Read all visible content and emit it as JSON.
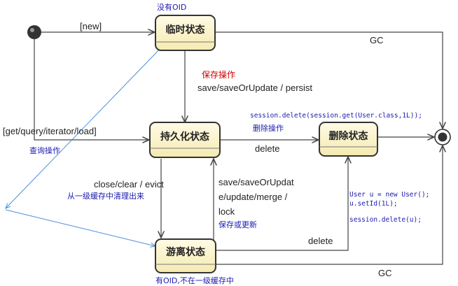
{
  "states": {
    "transient": "临时状态",
    "persistent": "持久化状态",
    "removed": "删除状态",
    "detached": "游离状态"
  },
  "notes": {
    "no_oid": "没有OID",
    "has_oid": "有OID,不在一级缓存中"
  },
  "transitions": {
    "new": "[new]",
    "gc_top": "GC",
    "gc_bottom": "GC",
    "save_op_cn": "保存操作",
    "save_ops": "save/saveOrUpdate / persist",
    "get_ops": "[get/query/iterator/load]",
    "query_cn": "查询操作",
    "delete_code": "session.delete(session.get(User.class,1L));",
    "delete_cn": "删除操作",
    "delete_mid": "delete",
    "close_ops": "close/clear / evict",
    "evict_cn": "从一级缓存中清理出来",
    "reattach_line1": "save/saveOrUpdat",
    "reattach_line2": "e/update/merge /",
    "reattach_line3": "lock",
    "reattach_cn": "保存或更新",
    "delete_bottom": "delete",
    "code_line1": "User u = new User();",
    "code_line2": "u.setId(1L);",
    "code_line3": "session.delete(u);"
  },
  "colors": {
    "state_fill": "#fdf6d0",
    "state_border": "#333333",
    "line": "#444444",
    "blue_note": "#1a1ab0",
    "red_note": "#d40000",
    "helper_line": "#4a90d9"
  }
}
